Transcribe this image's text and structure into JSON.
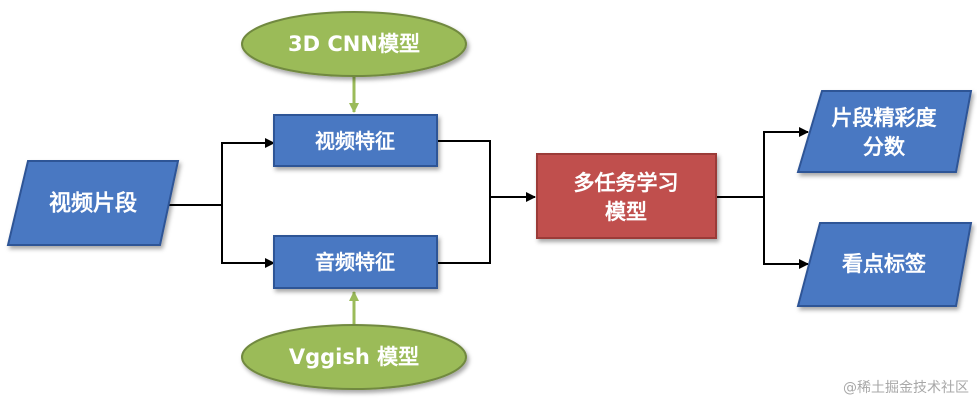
{
  "nodes": {
    "video_clip": "视频片段",
    "model_3dcnn": "3D CNN模型",
    "video_feature": "视频特征",
    "audio_feature": "音频特征",
    "model_vggish": "Vggish 模型",
    "multitask_line1": "多任务学习",
    "multitask_line2": "模型",
    "highlight_line1": "片段精彩度",
    "highlight_line2": "分数",
    "tags": "看点标签"
  },
  "watermark": "@稀土掘金技术社区",
  "colors": {
    "blue_fill": "#4a78c2",
    "blue_stroke": "#2f5496",
    "red_fill": "#c0504d",
    "red_stroke": "#9b3a38",
    "green_fill": "#9bbb59",
    "green_stroke": "#71893f",
    "connector": "#000000",
    "green_arrow": "#9bbb59"
  }
}
